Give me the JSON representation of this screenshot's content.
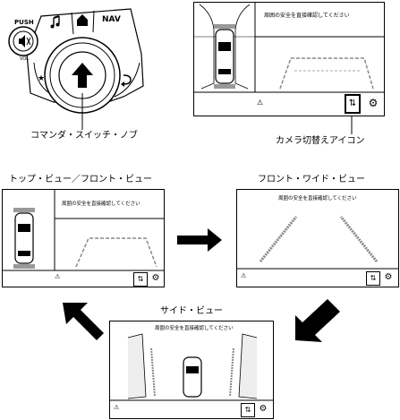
{
  "commander": {
    "push_label": "PUSH",
    "vol_label": "VOL",
    "nav_label": "NAV",
    "music_icon": "music-note-icon",
    "home_icon": "home-icon",
    "star_icon": "star-icon",
    "back_icon": "back-arrow-icon",
    "mute_icon": "speaker-mute-icon",
    "knob_icon": "up-arrow-icon",
    "callout": "コマンダ・スイッチ・ノブ"
  },
  "top_screen": {
    "banner": "周囲の安全を直接確認してください",
    "camera_switch_callout": "カメラ切替えアイコン"
  },
  "views": {
    "top_front": {
      "title": "トップ・ビュー／フロント・ビュー",
      "banner": "周囲の安全を直接確認してください"
    },
    "front_wide": {
      "title": "フロント・ワイド・ビュー",
      "banner": "周囲の安全を直接確認してください"
    },
    "side": {
      "title": "サイド・ビュー",
      "banner": "周囲の安全を直接確認してください"
    }
  },
  "icons": {
    "camera_switch": "camera-switch-icon",
    "settings": "gear-icon",
    "sensor": "sensor-icon"
  }
}
